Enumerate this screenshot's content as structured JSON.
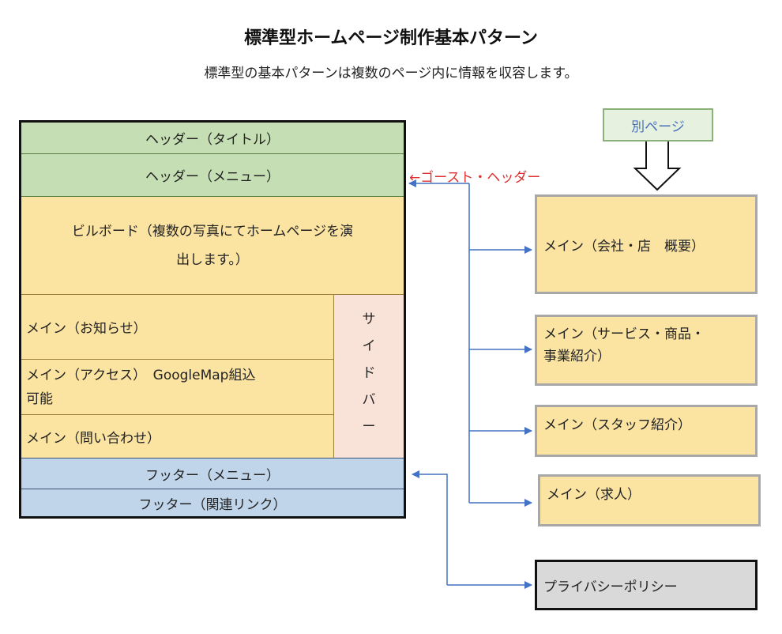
{
  "title": "標準型ホームページ制作基本パターン",
  "subtitle": "標準型の基本パターンは複数のページ内に情報を収容します。",
  "layout": {
    "header_title": "ヘッダー（タイトル）",
    "header_menu": "ヘッダー（メニュー）",
    "billboard_line1": "ビルボード（複数の写真にてホームページを演",
    "billboard_line2": "出します。）",
    "main_news": "メイン（お知らせ）",
    "main_access_line1": "メイン（アクセス）　GoogleMap組込",
    "main_access_line2": "可能",
    "main_contact": "メイン（問い合わせ）",
    "sidebar_chars": [
      "サ",
      "イ",
      "ド",
      "バ",
      "ー"
    ],
    "footer_menu": "フッター（メニュー）",
    "footer_links": "フッター（関連リンク）"
  },
  "ghost_header_label": "←ゴースト・ヘッダー",
  "separate_page_label": "別ページ",
  "pages": {
    "company": "メイン（会社・店　概要）",
    "services_line1": "メイン（サービス・商品・",
    "services_line2": "事業紹介）",
    "staff": "メイン（スタッフ紹介）",
    "recruit": "メイン（求人）",
    "privacy": "プライバシーポリシー"
  },
  "colors": {
    "header_green": "#c5deb4",
    "content_yellow": "#fbe3a1",
    "footer_blue": "#c0d5ea",
    "sidebar_pink": "#f9e3d8",
    "connector_blue": "#4472c4",
    "ghost_red": "#e03030",
    "privacy_gray": "#d9d9d9"
  }
}
